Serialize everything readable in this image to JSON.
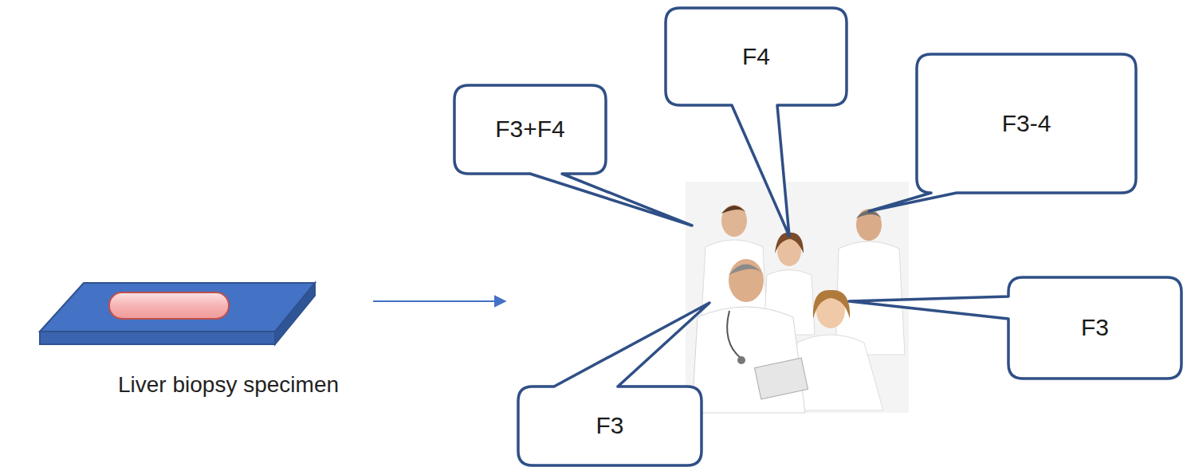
{
  "diagram": {
    "nodes": [
      {
        "text": [
          "F4"
        ]
      },
      {
        "text": [
          "F3+F4"
        ]
      },
      {
        "text": [
          "F3-4"
        ]
      },
      {
        "text": [
          "F3"
        ]
      },
      {
        "text": [
          "F3"
        ]
      }
    ],
    "labels": [
      "Liver biopsy specimen"
    ]
  }
}
